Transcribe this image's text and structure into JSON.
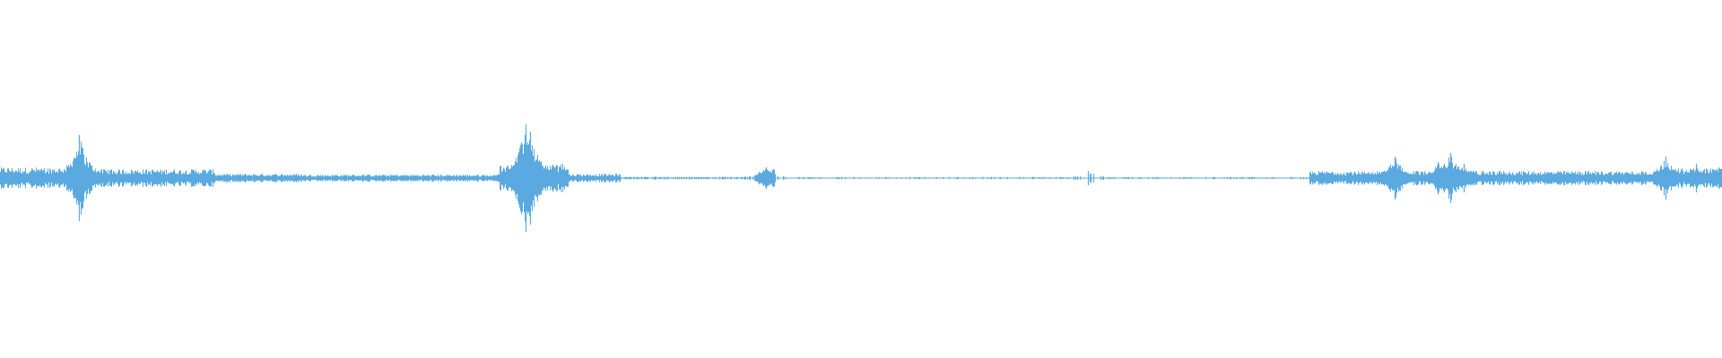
{
  "waveform": {
    "color": "#5aa9e0",
    "background": "#ffffff",
    "segments": [
      {
        "start": 0.0,
        "end": 0.04,
        "amp": 0.03,
        "density": 1.0
      },
      {
        "start": 0.04,
        "end": 0.05,
        "amp": 0.03,
        "density": 1.0
      },
      {
        "start": 0.05,
        "end": 0.125,
        "amp": 0.025,
        "density": 1.0
      },
      {
        "start": 0.125,
        "end": 0.165,
        "amp": 0.012,
        "density": 1.0
      },
      {
        "start": 0.165,
        "end": 0.175,
        "amp": 0.012,
        "density": 1.0
      },
      {
        "start": 0.175,
        "end": 0.29,
        "amp": 0.01,
        "density": 1.0
      },
      {
        "start": 0.29,
        "end": 0.33,
        "amp": 0.04,
        "density": 1.0
      },
      {
        "start": 0.33,
        "end": 0.36,
        "amp": 0.012,
        "density": 1.0
      },
      {
        "start": 0.36,
        "end": 0.44,
        "amp": 0.004,
        "density": 0.6
      },
      {
        "start": 0.44,
        "end": 0.45,
        "amp": 0.025,
        "density": 1.0
      },
      {
        "start": 0.45,
        "end": 0.76,
        "amp": 0.003,
        "density": 0.35
      },
      {
        "start": 0.76,
        "end": 0.965,
        "amp": 0.02,
        "density": 1.0
      },
      {
        "start": 0.965,
        "end": 1.0,
        "amp": 0.028,
        "density": 1.0
      }
    ],
    "spikes": [
      {
        "pos": 0.046,
        "amp": 0.12
      },
      {
        "pos": 0.305,
        "amp": 0.15
      },
      {
        "pos": 0.308,
        "amp": 0.13
      },
      {
        "pos": 0.445,
        "amp": 0.03
      },
      {
        "pos": 0.632,
        "amp": 0.02
      },
      {
        "pos": 0.81,
        "amp": 0.06
      },
      {
        "pos": 0.835,
        "amp": 0.045
      },
      {
        "pos": 0.842,
        "amp": 0.07
      },
      {
        "pos": 0.85,
        "amp": 0.04
      },
      {
        "pos": 0.967,
        "amp": 0.06
      },
      {
        "pos": 0.985,
        "amp": 0.04
      },
      {
        "pos": 0.998,
        "amp": 0.03
      }
    ]
  }
}
